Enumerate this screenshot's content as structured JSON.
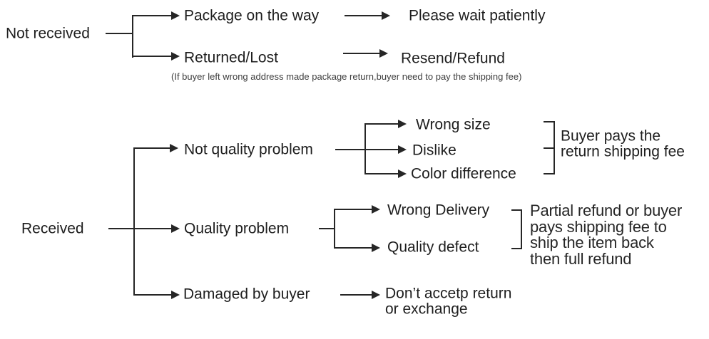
{
  "colors": {
    "ink": "#262626",
    "background": "#ffffff"
  },
  "not_received_tree": {
    "root": "Not received",
    "branches": [
      {
        "label": "Package on the way",
        "outcome": "Please wait patiently"
      },
      {
        "label": "Returned/Lost",
        "outcome": "Resend/Refund"
      }
    ],
    "note": "(If buyer left wrong address made package return,buyer need to pay the shipping fee)"
  },
  "received_tree": {
    "root": "Received",
    "not_quality": {
      "label": "Not quality problem",
      "reasons": [
        "Wrong size",
        "Dislike",
        "Color difference"
      ],
      "outcome_lines": [
        "Buyer pays the",
        "return shipping fee"
      ]
    },
    "quality": {
      "label": "Quality problem",
      "reasons": [
        "Wrong Delivery",
        "Quality defect"
      ],
      "outcome_lines": [
        "Partial refund or buyer",
        "pays shipping fee to",
        "ship the item back",
        "then full refund"
      ]
    },
    "damaged": {
      "label": "Damaged by buyer",
      "outcome_lines": [
        "Don’t accetp return",
        "or exchange"
      ]
    }
  }
}
